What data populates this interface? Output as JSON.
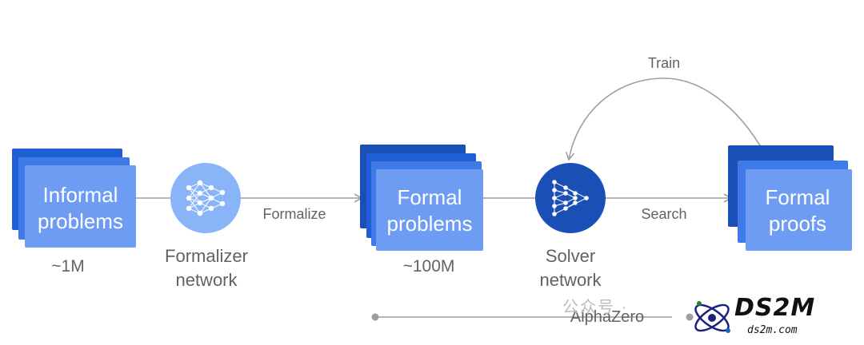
{
  "inputs": {
    "informal": {
      "label": "Informal problems",
      "count": "~1M"
    },
    "formal_problems": {
      "label": "Formal problems",
      "count": "~100M"
    },
    "formal_proofs": {
      "label": "Formal proofs"
    }
  },
  "networks": {
    "formalizer": "Formalizer network",
    "solver": "Solver network"
  },
  "edges": {
    "formalize": "Formalize",
    "search": "Search",
    "train": "Train"
  },
  "timeline": {
    "label": "AlphaZero"
  },
  "watermark": {
    "text": "公众号 ·",
    "brand": "DS2M",
    "brand_url": "ds2m.com"
  },
  "colors": {
    "card_front": "#6e9cf2",
    "card_mid": "#3f7ae8",
    "card_back": "#1f5fd6",
    "card_back_dark": "#1a4fb5",
    "formalizer_node": "#8ab4f8",
    "solver_node": "#1a4fb5",
    "arrow": "#9e9e9e"
  }
}
